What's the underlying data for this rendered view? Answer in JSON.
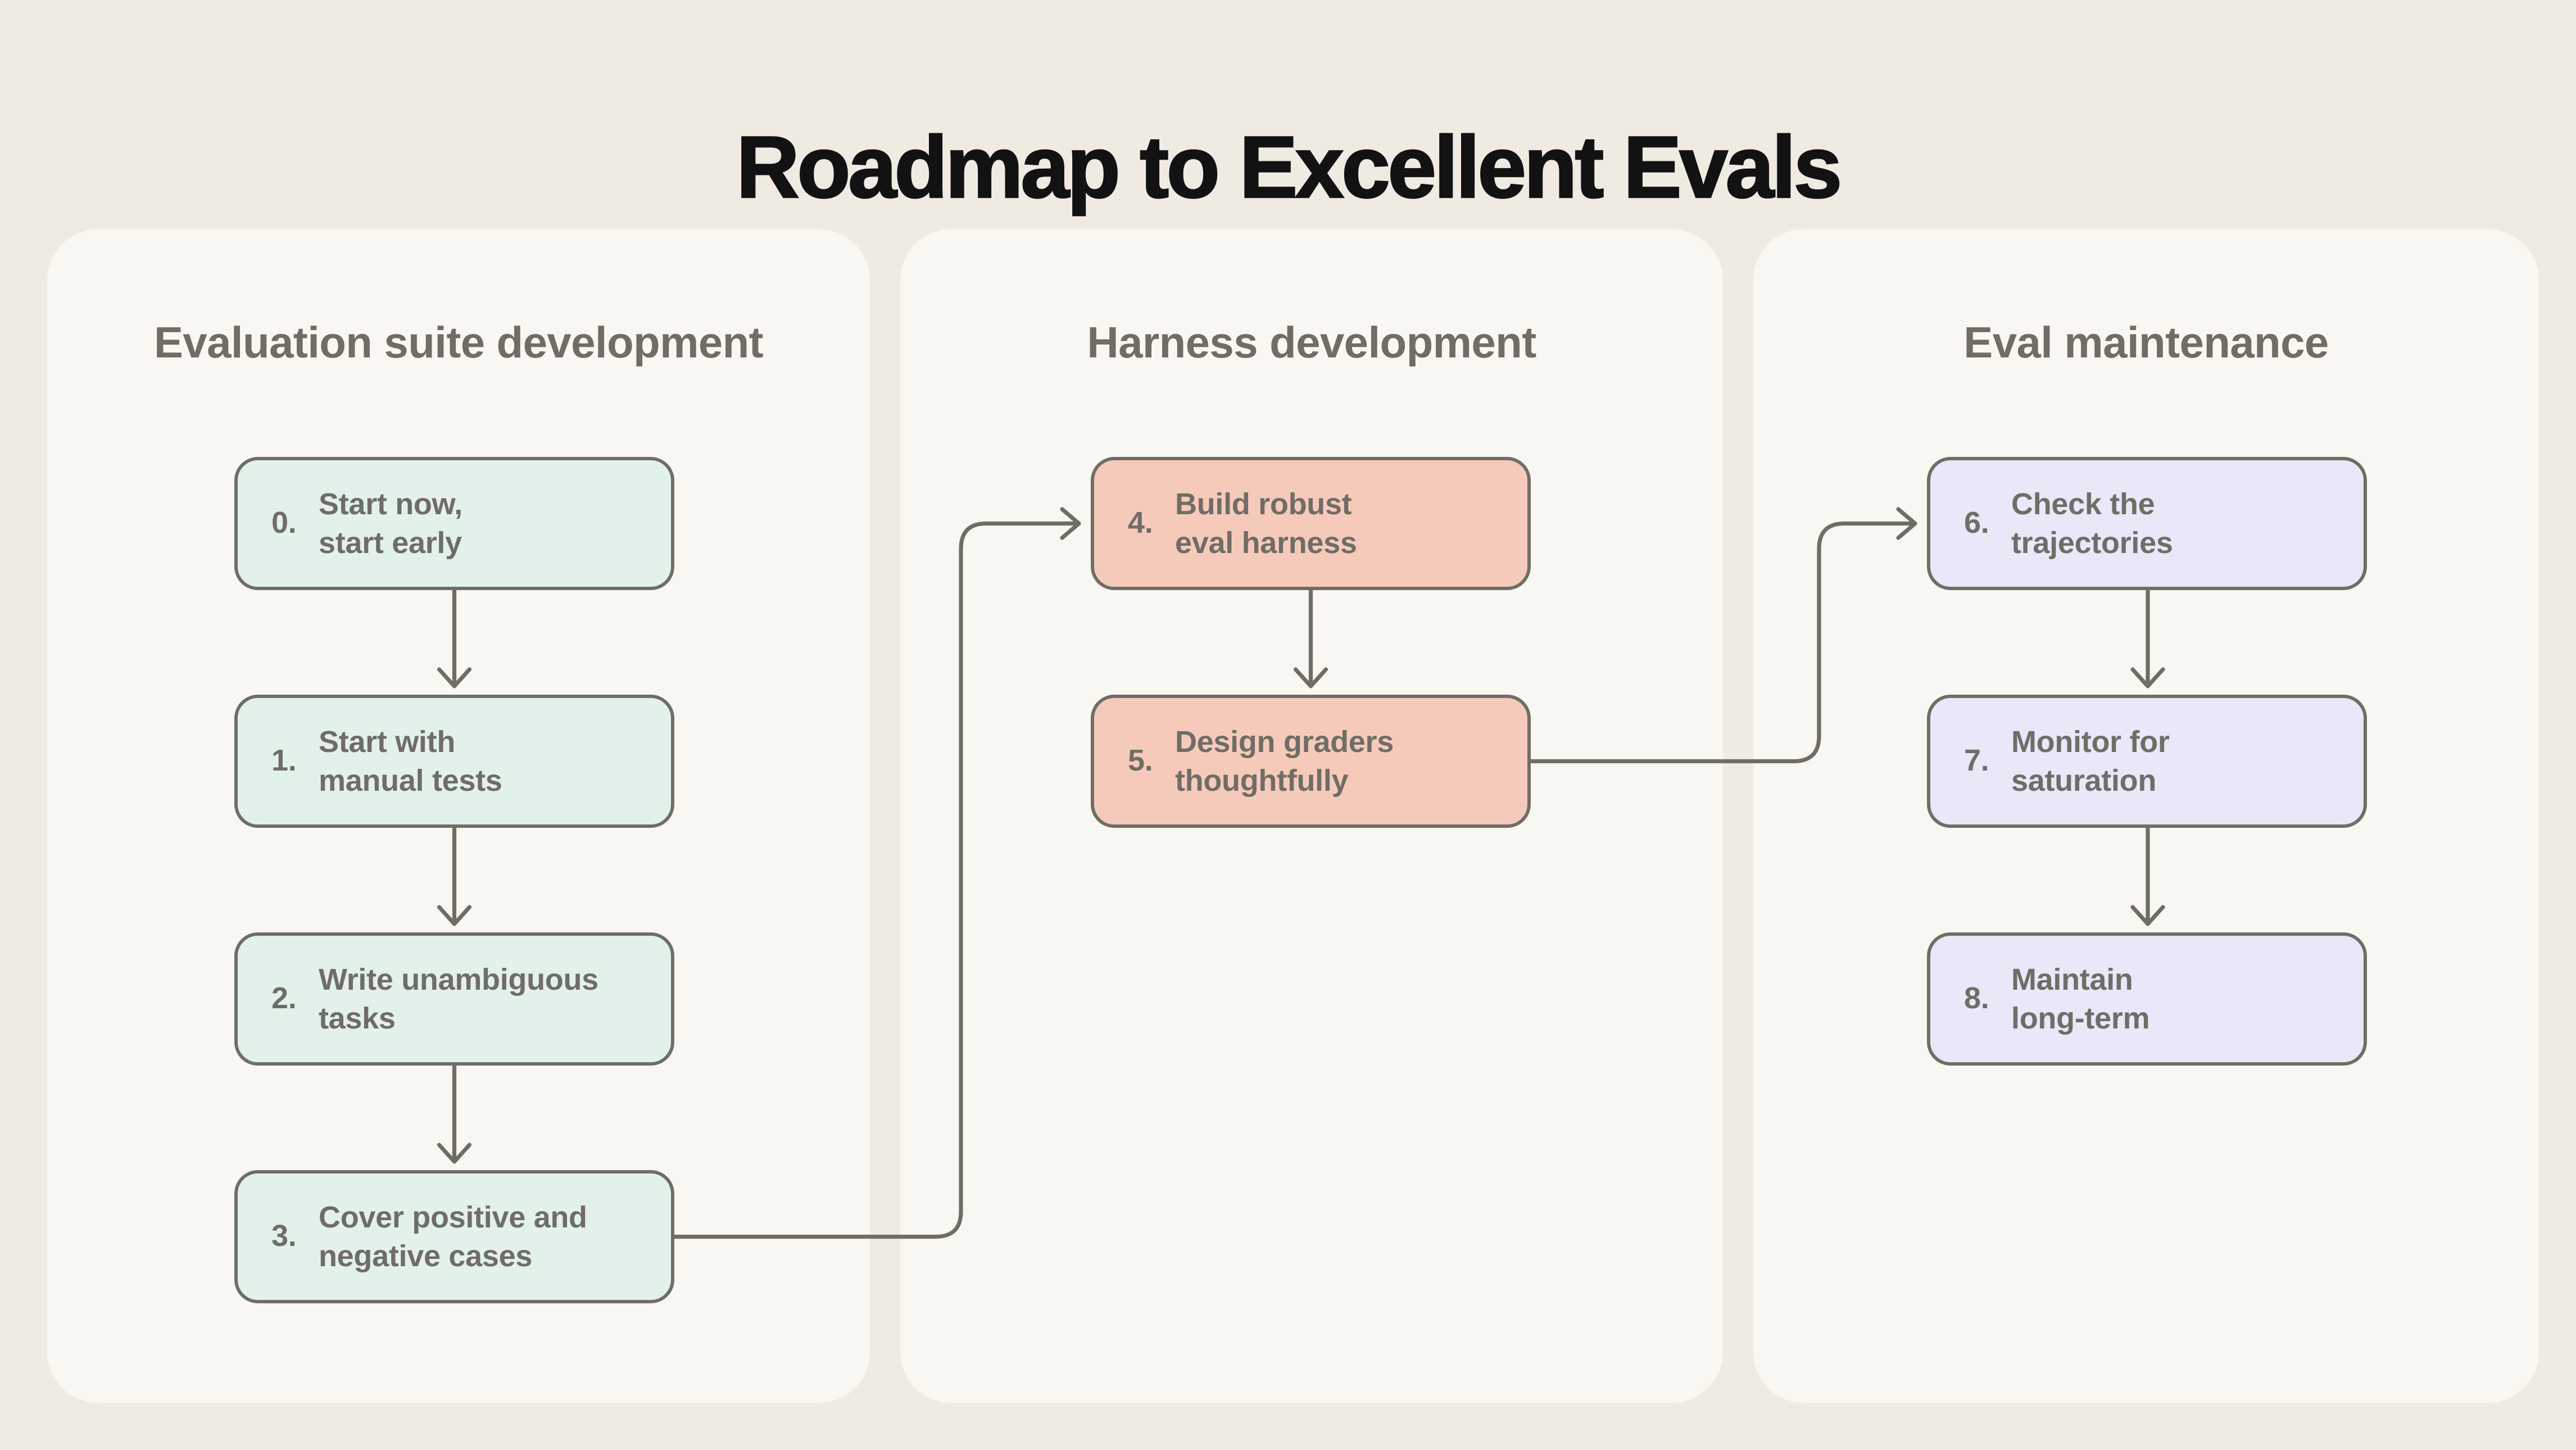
{
  "title": "Roadmap to Excellent Evals",
  "columns": [
    {
      "header": "Evaluation suite development",
      "accent_color": "#E2F2EA",
      "steps": [
        {
          "number": "0.",
          "line1": "Start now,",
          "line2": "start early"
        },
        {
          "number": "1.",
          "line1": "Start with",
          "line2": "manual tests"
        },
        {
          "number": "2.",
          "line1": "Write unambiguous",
          "line2": "tasks"
        },
        {
          "number": "3.",
          "line1": "Cover positive and",
          "line2": "negative cases"
        }
      ]
    },
    {
      "header": "Harness development",
      "accent_color": "#F6CABA",
      "steps": [
        {
          "number": "4.",
          "line1": "Build robust",
          "line2": "eval harness"
        },
        {
          "number": "5.",
          "line1": "Design graders",
          "line2": "thoughtfully"
        }
      ]
    },
    {
      "header": "Eval maintenance",
      "accent_color": "#E9E7F8",
      "steps": [
        {
          "number": "6.",
          "line1": "Check the",
          "line2": "trajectories"
        },
        {
          "number": "7.",
          "line1": "Monitor for",
          "line2": "saturation"
        },
        {
          "number": "8.",
          "line1": "Maintain",
          "line2": "long-term"
        }
      ]
    }
  ],
  "flow": [
    {
      "from": "0",
      "to": "1"
    },
    {
      "from": "1",
      "to": "2"
    },
    {
      "from": "2",
      "to": "3"
    },
    {
      "from": "3",
      "to": "4"
    },
    {
      "from": "4",
      "to": "5"
    },
    {
      "from": "5",
      "to": "6"
    },
    {
      "from": "6",
      "to": "7"
    },
    {
      "from": "7",
      "to": "8"
    }
  ],
  "colors": {
    "page-bg": "#EFEBE3",
    "panel-bg": "#F9F7F1",
    "mint": "#E2F2EA",
    "salmon": "#F6CABA",
    "lavender": "#E9E7F8",
    "line": "#6F6E66",
    "text": "#6F6D66",
    "title": "#121212"
  }
}
